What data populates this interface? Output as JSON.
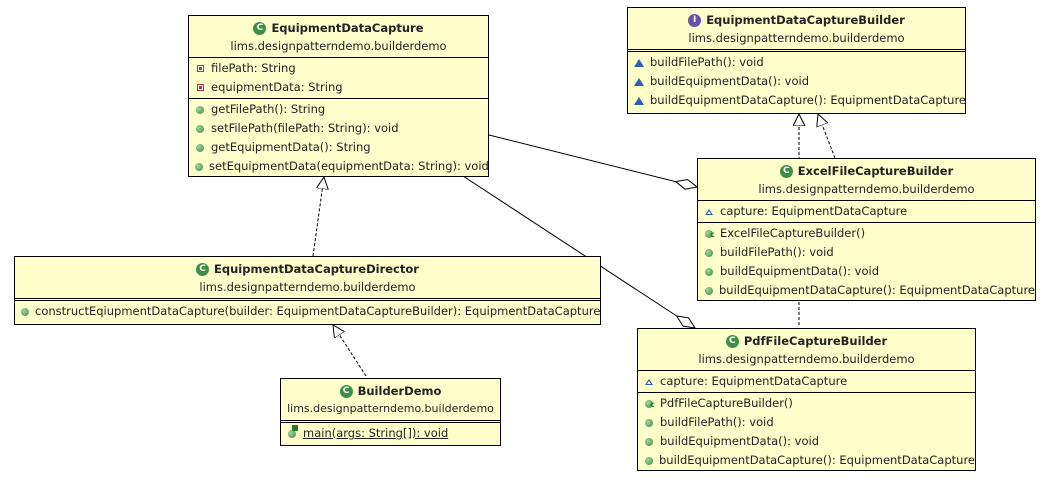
{
  "package": "lims.designpatterndemo.builderdemo",
  "classes": {
    "equipmentDataCapture": {
      "name": "EquipmentDataCapture",
      "kind": "class",
      "fields": [
        "filePath: String",
        "equipmentData: String"
      ],
      "methods": [
        "getFilePath(): String",
        "setFilePath(filePath: String): void",
        "getEquipmentData(): String",
        "setEquipmentData(equipmentData: String): void"
      ]
    },
    "builder": {
      "name": "EquipmentDataCaptureBuilder",
      "kind": "interface",
      "methods": [
        "buildFilePath(): void",
        "buildEquipmentData(): void",
        "buildEquipmentDataCapture(): EquipmentDataCapture"
      ]
    },
    "excel": {
      "name": "ExcelFileCaptureBuilder",
      "kind": "class",
      "fields": [
        "capture: EquipmentDataCapture"
      ],
      "methods": [
        "ExcelFileCaptureBuilder()",
        "buildFilePath(): void",
        "buildEquipmentData(): void",
        "buildEquipmentDataCapture(): EquipmentDataCapture"
      ]
    },
    "pdf": {
      "name": "PdfFileCaptureBuilder",
      "kind": "class",
      "fields": [
        "capture: EquipmentDataCapture"
      ],
      "methods": [
        "PdfFileCaptureBuilder()",
        "buildFilePath(): void",
        "buildEquipmentData(): void",
        "buildEquipmentDataCapture(): EquipmentDataCapture"
      ]
    },
    "director": {
      "name": "EquipmentDataCaptureDirector",
      "kind": "class",
      "methods": [
        "constructEqiupmentDataCapture(builder: EquipmentDataCaptureBuilder): EquipmentDataCapture"
      ]
    },
    "demo": {
      "name": "BuilderDemo",
      "kind": "class",
      "methods": [
        "main(args: String[]): void"
      ]
    }
  },
  "icons": {
    "class": "C",
    "interface": "I"
  },
  "relationships": [
    {
      "from": "ExcelFileCaptureBuilder",
      "to": "EquipmentDataCaptureBuilder",
      "type": "realization"
    },
    {
      "from": "PdfFileCaptureBuilder",
      "to": "EquipmentDataCaptureBuilder",
      "type": "realization"
    },
    {
      "from": "EquipmentDataCaptureDirector",
      "to": "EquipmentDataCapture",
      "type": "dependency"
    },
    {
      "from": "BuilderDemo",
      "to": "EquipmentDataCaptureDirector",
      "type": "dependency"
    },
    {
      "from": "ExcelFileCaptureBuilder",
      "to": "EquipmentDataCapture",
      "type": "aggregation"
    },
    {
      "from": "PdfFileCaptureBuilder",
      "to": "EquipmentDataCapture",
      "type": "aggregation"
    }
  ],
  "colors": {
    "classFill": "#ffffcc",
    "publicMethod": "#3d8f45",
    "privateField": "#c0304a",
    "packageMember": "#2c5fb8"
  }
}
